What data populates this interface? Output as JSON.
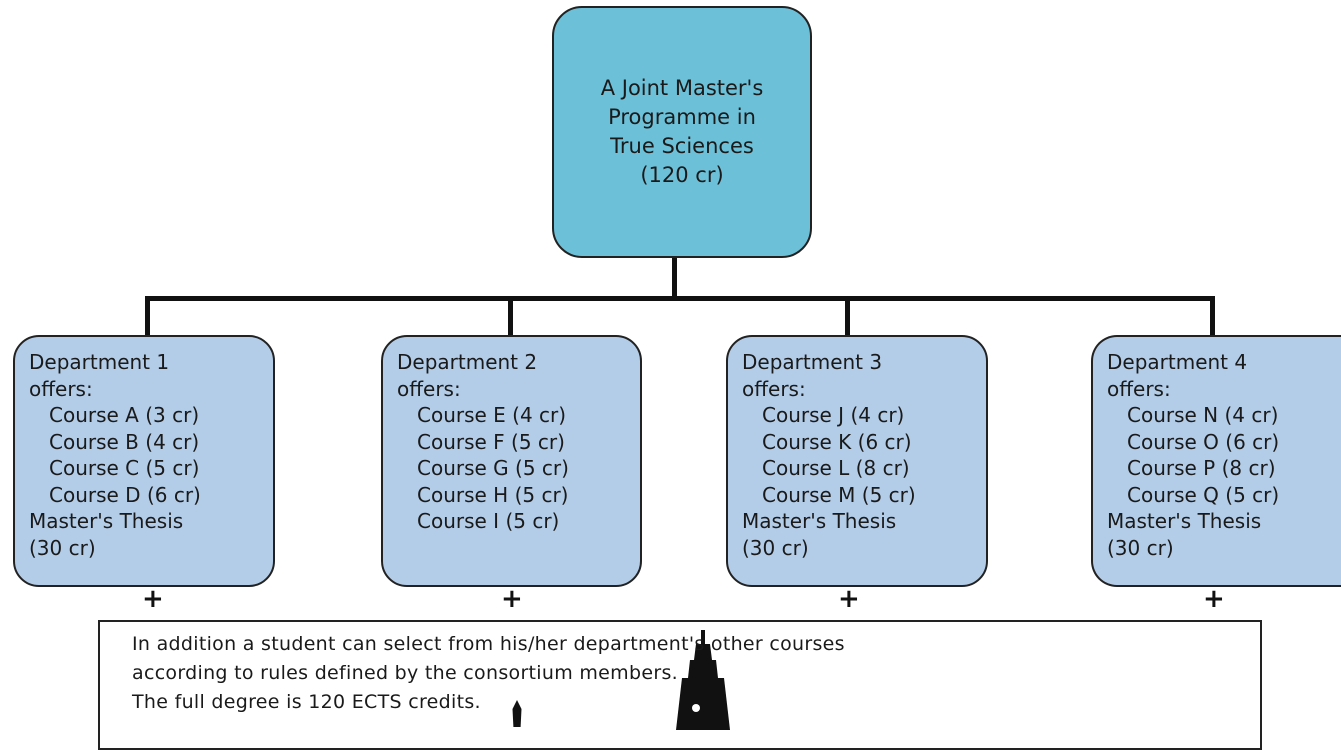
{
  "root": {
    "lines": [
      "A Joint Master's",
      "Programme in",
      "True Sciences",
      "(120 cr)"
    ]
  },
  "departments": [
    {
      "title": "Department 1",
      "offers": "offers:",
      "courses": [
        "Course A (3 cr)",
        "Course B (4 cr)",
        "Course C (5 cr)",
        "Course D (6 cr)"
      ],
      "thesis": [
        "Master's Thesis",
        "(30 cr)"
      ]
    },
    {
      "title": "Department 2",
      "offers": "offers:",
      "courses": [
        "Course E (4 cr)",
        "Course F (5 cr)",
        "Course G (5 cr)",
        "Course H (5 cr)",
        "Course I (5 cr)"
      ],
      "thesis": []
    },
    {
      "title": "Department 3",
      "offers": "offers:",
      "courses": [
        "Course J (4 cr)",
        "Course K (6 cr)",
        "Course L (8 cr)",
        "Course M (5 cr)"
      ],
      "thesis": [
        "Master's Thesis",
        "(30 cr)"
      ]
    },
    {
      "title": "Department 4",
      "offers": "offers:",
      "courses": [
        "Course N (4 cr)",
        "Course O (6 cr)",
        "Course P (8 cr)",
        "Course Q (5 cr)"
      ],
      "thesis": [
        "Master's Thesis",
        "(30 cr)"
      ]
    }
  ],
  "connector_symbol": "+",
  "note": {
    "lines": [
      "In addition a student can select from his/her department's other courses",
      "according to rules defined by the consortium members.",
      "The full degree is 120 ECTS credits."
    ]
  }
}
